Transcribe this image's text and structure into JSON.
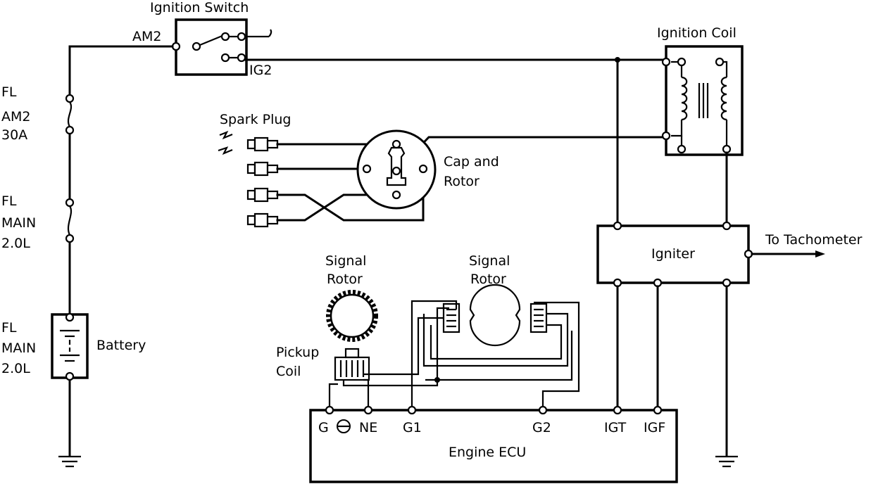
{
  "labels": {
    "ignition_switch": "Ignition Switch",
    "am2": "AM2",
    "ig2": "IG2",
    "ignition_coil": "Ignition Coil",
    "spark_plug": "Spark Plug",
    "cap_rotor_1": "Cap and",
    "cap_rotor_2": "Rotor",
    "fl_am2_1": "FL",
    "fl_am2_2": "AM2",
    "fl_am2_3": "30A",
    "fl_main_a_1": "FL",
    "fl_main_a_2": "MAIN",
    "fl_main_a_3": "2.0L",
    "fl_main_b_1": "FL",
    "fl_main_b_2": "MAIN",
    "fl_main_b_3": "2.0L",
    "battery": "Battery",
    "igniter": "Igniter",
    "to_tachometer": "To Tachometer",
    "signal_rotor_1a": "Signal",
    "signal_rotor_1b": "Rotor",
    "signal_rotor_2a": "Signal",
    "signal_rotor_2b": "Rotor",
    "pickup_1": "Pickup",
    "pickup_2": "Coil",
    "ecu_g": "G",
    "ecu_ne": "NE",
    "ecu_g1": "G1",
    "ecu_g2": "G2",
    "ecu_igt": "IGT",
    "ecu_igf": "IGF",
    "engine_ecu": "Engine ECU"
  }
}
